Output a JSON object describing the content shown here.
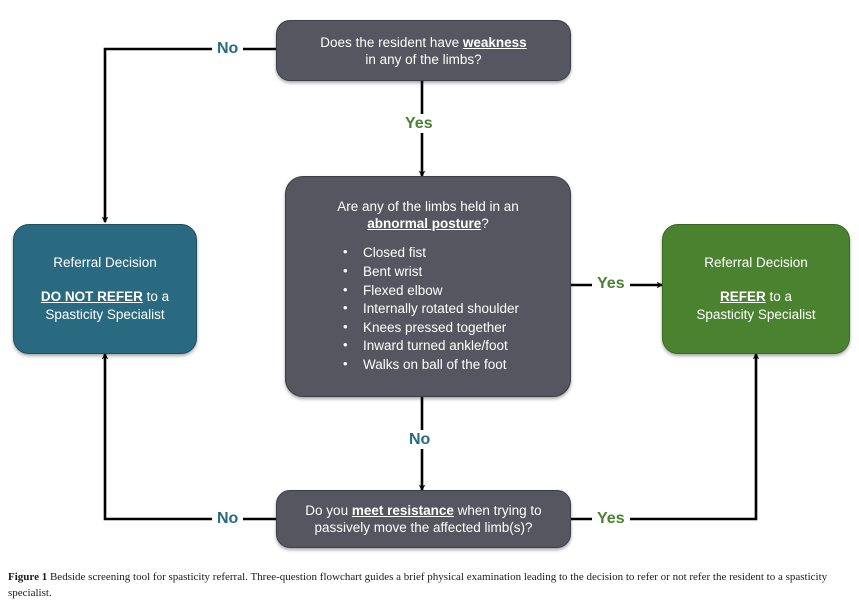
{
  "figure": {
    "label": "Figure 1",
    "caption": "Bedside screening tool for spasticity referral. Three-question flowchart guides a brief physical examination leading to the decision to refer or not refer the resident to a spasticity specialist."
  },
  "colors": {
    "question_box": "#55565F",
    "do_not_refer_box": "#2A6A80",
    "refer_box": "#4A8230",
    "no_label": "#2A6A80",
    "yes_label": "#4A8230",
    "connector": "#000000",
    "background": "#FFFFFF"
  },
  "nodes": {
    "q1": {
      "text_before": "Does the resident have ",
      "emphasis": "weakness",
      "text_after": "",
      "line2": "in any of the limbs?"
    },
    "q2": {
      "line1": "Are any of the limbs held in an",
      "emphasis": "abnormal posture",
      "line2_after": "?",
      "bullets": [
        "Closed fist",
        "Bent wrist",
        "Flexed elbow",
        "Internally rotated shoulder",
        "Knees pressed together",
        "Inward turned ankle/foot",
        "Walks on ball of the foot"
      ]
    },
    "q3": {
      "text_before": "Do you ",
      "emphasis": "meet resistance",
      "text_after": " when trying to",
      "line2": "passively move the affected limb(s)?"
    },
    "do_not_refer": {
      "heading": "Referral Decision",
      "emphasis": "DO NOT REFER",
      "text_after": " to a",
      "line2": "Spasticity Specialist"
    },
    "refer": {
      "heading": "Referral Decision",
      "emphasis": "REFER",
      "text_after": " to a",
      "line2": "Spasticity Specialist"
    }
  },
  "edges": {
    "q1_no": "No",
    "q1_yes": "Yes",
    "q2_yes": "Yes",
    "q2_no": "No",
    "q3_no": "No",
    "q3_yes": "Yes"
  }
}
